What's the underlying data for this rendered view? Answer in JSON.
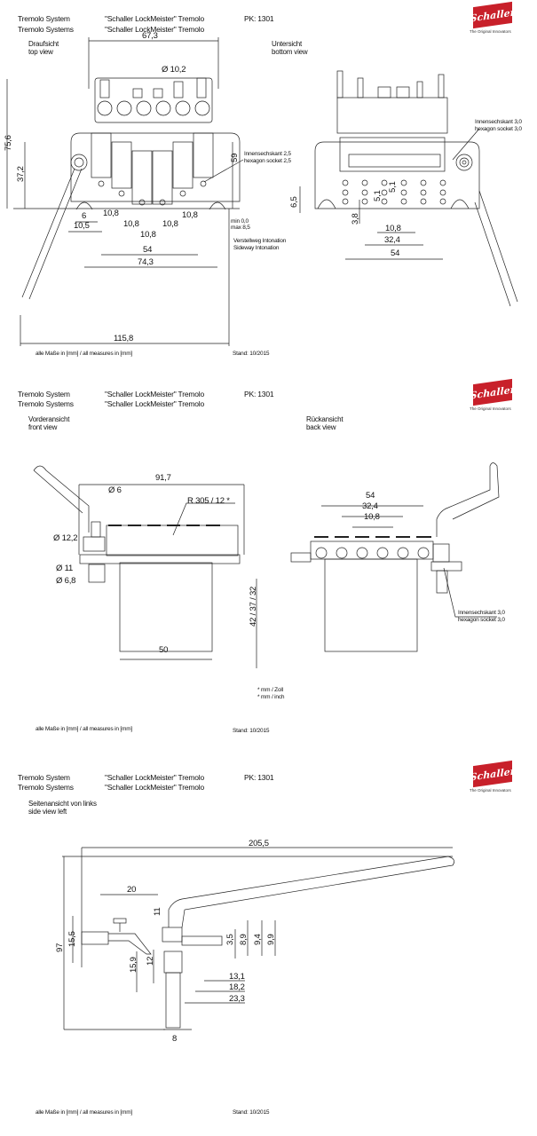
{
  "header": {
    "title_de": "Tremolo System",
    "title_en": "Tremolo Systems",
    "product_de": "\"Schaller LockMeister\" Tremolo",
    "product_en": "\"Schaller LockMeister\" Tremolo",
    "pk": "PK: 1301"
  },
  "logo": {
    "brand": "Schaller",
    "tagline": "The Original Innovators"
  },
  "footer": {
    "units": "alle Maße in [mm] / all measures in [mm]",
    "stand": "Stand: 10/2015"
  },
  "sheet1": {
    "top_view": {
      "de": "Draufsicht",
      "en": "top view"
    },
    "bottom_view": {
      "de": "Untersicht",
      "en": "bottom view"
    },
    "dims": {
      "w67": "67,3",
      "d10": "Ø 10,2",
      "h75": "75,6",
      "h37": "37,2",
      "h59": "59",
      "d6": "6",
      "d105": "10,5",
      "s1": "10,8",
      "s2": "10,8",
      "s3": "10,8",
      "s4": "10,8",
      "s5": "10,8",
      "w54": "54",
      "w74": "74,3",
      "w115": "115,8",
      "min": "min  0,0",
      "max": "max 8,5",
      "b65": "6,5",
      "b38": "3,8",
      "b51a": "5,1",
      "b51b": "5,1",
      "b108": "10,8",
      "b324": "32,4",
      "b54": "54"
    },
    "hex25": {
      "de": "Innensechskant  2,5",
      "en": "hexagon socket 2,5"
    },
    "hex30": {
      "de": "Innensechskant  3,0",
      "en": "hexagon socket 3,0"
    },
    "intonation": {
      "de": "Verstellweg Intonation",
      "en": "Sideway Intonation"
    }
  },
  "sheet2": {
    "front_view": {
      "de": "Vorderansicht",
      "en": "front view"
    },
    "back_view": {
      "de": "Rückansicht",
      "en": "back view"
    },
    "dims": {
      "w917": "91,7",
      "d6": "Ø 6",
      "radius": "R 305 / 12 *",
      "d122": "Ø 12,2",
      "d11": "Ø 11",
      "d68": "Ø 6,8",
      "h423732": "42 / 37 / 32",
      "w50": "50",
      "w54": "54",
      "w324": "32,4",
      "w108": "10,8"
    },
    "hex30": {
      "de": "Innensechskant  3,0",
      "en": "hexagon socket 3,0"
    },
    "note_de": "* mm / Zoll",
    "note_en": "* mm / inch"
  },
  "sheet3": {
    "side_view": {
      "de": "Seitenansicht von links",
      "en": "side view left"
    },
    "dims": {
      "w2055": "205,5",
      "w20": "20",
      "h11": "11",
      "h155": "15,5",
      "h97": "97",
      "h35": "3,5",
      "h89": "8,9",
      "h94": "9,4",
      "h99": "9,9",
      "h159": "15,9",
      "h12": "12",
      "w131": "13,1",
      "w182": "18,2",
      "w233": "23,3",
      "w8": "8"
    }
  }
}
